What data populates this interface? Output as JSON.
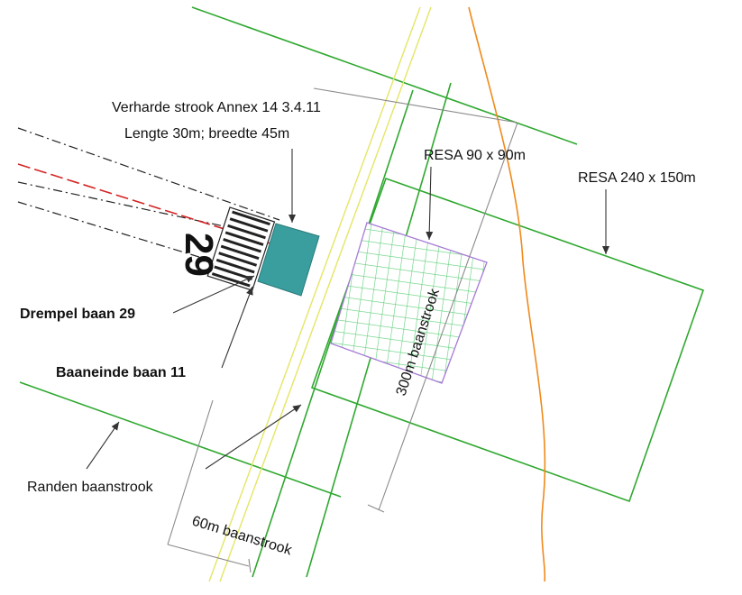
{
  "labels": {
    "verharde_title": "Verharde strook Annex 14 3.4.11",
    "verharde_dims": "Lengte 30m; breedte 45m",
    "resa_small": "RESA 90 x 90m",
    "resa_large": "RESA 240 x 150m",
    "runway_number": "29",
    "drempel": "Drempel baan 29",
    "baaneinde": "Baaneinde baan 11",
    "randen": "Randen baanstrook",
    "strip_length": "300m baanstrook",
    "strip_width": "60m baanstrook"
  },
  "colors": {
    "strip_edge": "#2fa82f",
    "road": "#e5e566",
    "river": "#f08a1c",
    "centerline": "#d42323",
    "paved_strip": "#3a9e9e",
    "resa_hatch": "#5fcf7a",
    "resa_border": "#a77bd6",
    "dimension": "#8a8a8a",
    "runway_lines": "#222222"
  }
}
